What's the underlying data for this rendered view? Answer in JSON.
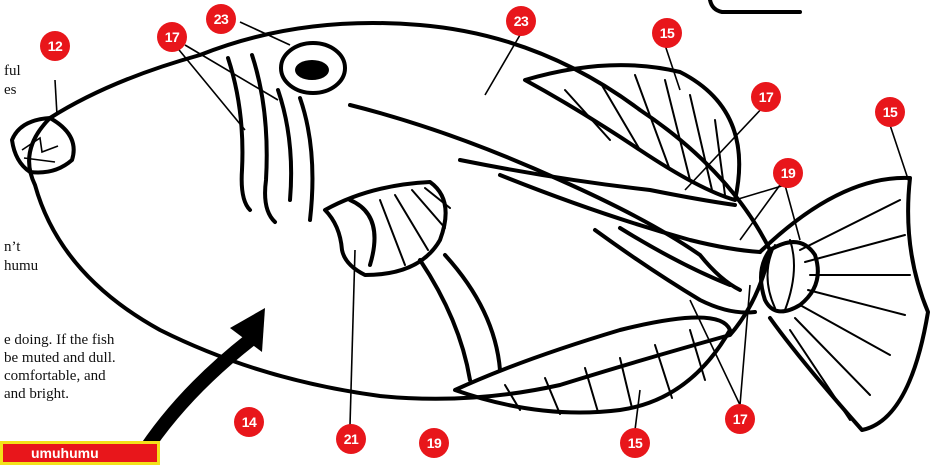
{
  "text_lines": [
    "ful",
    "es",
    "n’t",
    "humu",
    "e doing. If the fish",
    "be muted and dull.",
    "comfortable, and",
    "and bright."
  ],
  "name_tag": "umuhumu",
  "callouts": [
    {
      "id": "c1",
      "label": "12"
    },
    {
      "id": "c2",
      "label": "17"
    },
    {
      "id": "c3",
      "label": "23"
    },
    {
      "id": "c4",
      "label": "23"
    },
    {
      "id": "c5",
      "label": "15"
    },
    {
      "id": "c6",
      "label": "17"
    },
    {
      "id": "c7",
      "label": "15"
    },
    {
      "id": "c8",
      "label": "19"
    },
    {
      "id": "c9",
      "label": "14"
    },
    {
      "id": "c10",
      "label": "21"
    },
    {
      "id": "c11",
      "label": "19"
    },
    {
      "id": "c12",
      "label": "15"
    },
    {
      "id": "c13",
      "label": "17"
    }
  ],
  "colors": {
    "badge": "#e8161b",
    "tag_border": "#f3e21a",
    "outline": "#000000"
  },
  "figure": "humuhumu fish line drawing"
}
